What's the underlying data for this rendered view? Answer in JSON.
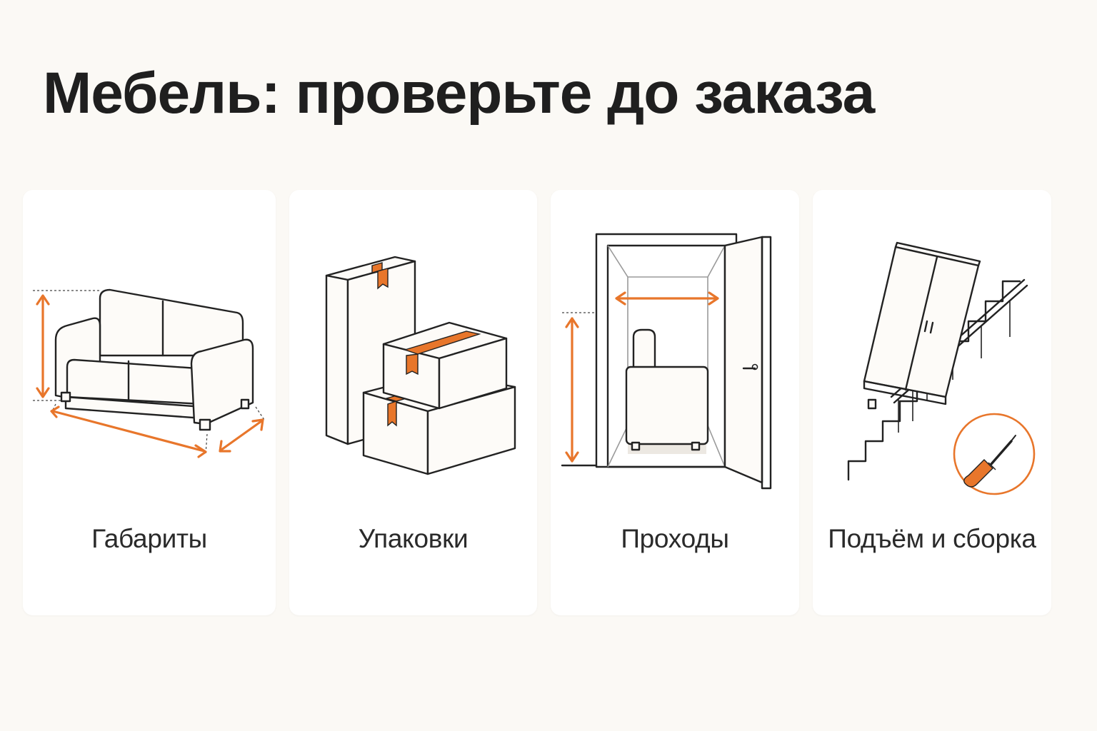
{
  "title": "Мебель: проверьте до заказа",
  "colors": {
    "background": "#FBF9F5",
    "card": "#FFFFFF",
    "accent": "#E8762B",
    "ink": "#1F1F1F"
  },
  "cards": [
    {
      "label": "Габариты",
      "icon": "sofa-dimensions-icon"
    },
    {
      "label": "Упаковки",
      "icon": "packages-boxes-icon"
    },
    {
      "label": "Проходы",
      "icon": "doorway-passage-icon"
    },
    {
      "label": "Подъём и сборка",
      "icon": "stairs-wardrobe-screwdriver-icon"
    }
  ]
}
